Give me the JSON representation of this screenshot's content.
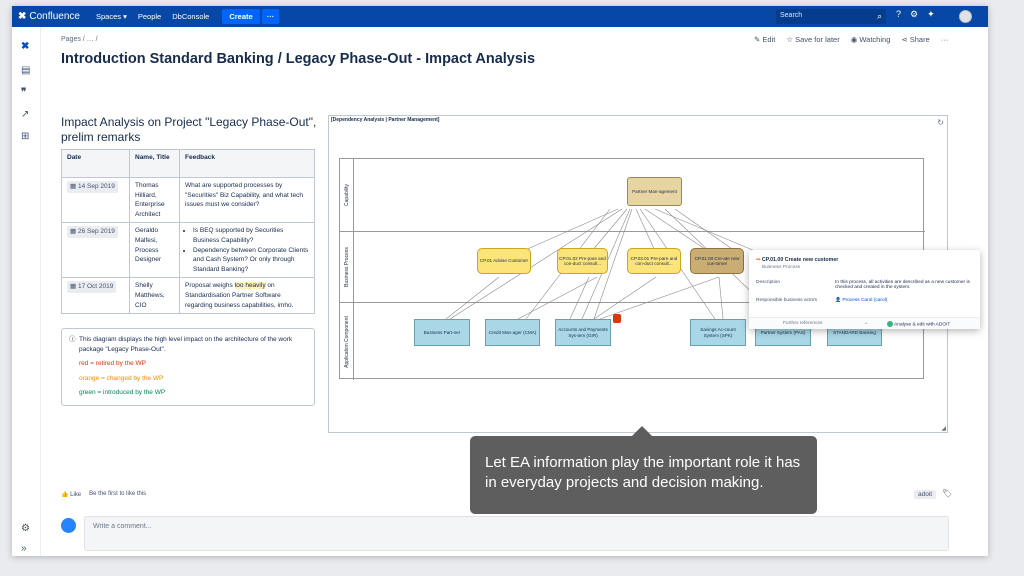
{
  "nav": {
    "logo": "Confluence",
    "items": [
      "Spaces ▾",
      "People",
      "DbConsole"
    ],
    "create": "Create",
    "more": "···",
    "search_placeholder": "Search"
  },
  "breadcrumb": "Pages  /  …  /",
  "actions": {
    "edit": "Edit",
    "save_later": "Save for later",
    "watching": "Watching",
    "share": "Share",
    "more": "···"
  },
  "page_title": "Introduction Standard Banking / Legacy Phase-Out - Impact Analysis",
  "section_heading": "Impact Analysis on Project \"Legacy Phase-Out\", prelim remarks",
  "table": {
    "headers": [
      "Date",
      "Name, Title",
      "Feedback"
    ],
    "rows": [
      {
        "date": "14 Sep 2019",
        "name": "Thomas Hilliard, Enterprise Architect",
        "feedback": "What are supported processes by \"Securities\" Biz Capability, and what tech issues must we consider?"
      },
      {
        "date": "26 Sep 2019",
        "name": "Geraldo Malfesi, Process Designer",
        "bullets": [
          "Is BEQ supported by Securities Business Capability?",
          "Dependency between Corporate Clients and Cash System? Or only through Standard Banking?"
        ]
      },
      {
        "date": "17 Oct 2019",
        "name": "Shelly Matthews, CIO",
        "fb_pre": "Proposal weighs ",
        "fb_hl": "too heavily",
        "fb_post": " on Standardisation Partner Software regarding business capabilities, imho."
      }
    ]
  },
  "info": {
    "text": "This diagram displays the high level impact on the architecture of the work package \"Legacy Phase-Out\".",
    "red": "red = retired by the WP",
    "orange": "orange = changed by the WP",
    "green": "green = introduced by the WP"
  },
  "diagram": {
    "title": "[Dependency Analysis | Partner Management]",
    "lanes": [
      "Capability",
      "Business Process",
      "Application Component"
    ],
    "capability": "Partner Man-agement",
    "processes": [
      "CP.01 Advise Customer",
      "CP.01.02 Pre-pare and con-duct consult...",
      "CP.03.01 Pre-pare and con-duct consult...",
      "CP.01.00 Cre-ate new cus-tomer"
    ],
    "apps": [
      "Business Part-ner",
      "Credit Man-ager (CMA)",
      "Accounts and Payments Sys-tem (GIR)",
      "Savings Ac-count System (SPK)",
      "Partner System (PAS)",
      "STANDARD Banking"
    ]
  },
  "popup": {
    "title": "CP.01.00 Create new customer",
    "subtitle": "Business Process",
    "desc_label": "Description",
    "desc": "In this process, all activities are described as a new customer is checked and created in the system.",
    "actors_label": "Responsible business actors",
    "actor": "Process Carol (carol)",
    "further": "Further references",
    "analyse": "Analyse & edit with ADOIT"
  },
  "tooltip": "Let EA information play the important role it has in everyday projects and decision making.",
  "footer": {
    "like": "Like",
    "first_like": "Be the first to like this",
    "label": "adoit",
    "comment_placeholder": "Write a comment..."
  },
  "colors": {
    "nav": "#0747a6",
    "capability": "#e6d5a2",
    "process": "#fce37a",
    "application": "#a9d7e6"
  }
}
